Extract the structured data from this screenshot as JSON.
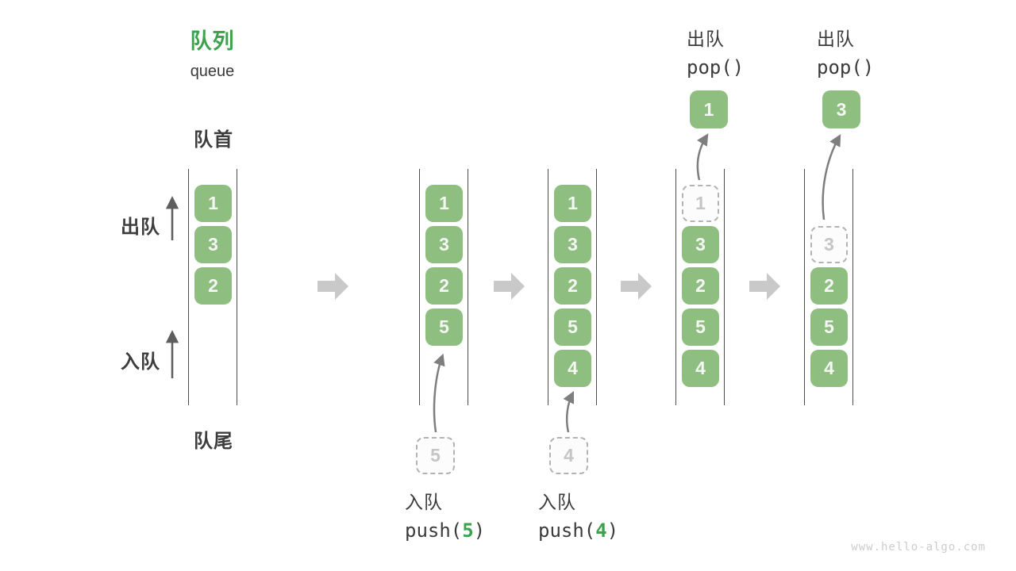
{
  "title": {
    "zh": "队列",
    "en": "queue"
  },
  "labels": {
    "front": "队首",
    "rear": "队尾",
    "dequeue_side": "出队",
    "enqueue_side": "入队"
  },
  "states": [
    {
      "cells": [
        "1",
        "3",
        "2"
      ]
    },
    {
      "cells": [
        "1",
        "3",
        "2",
        "5"
      ],
      "staging": "5"
    },
    {
      "cells": [
        "1",
        "3",
        "2",
        "5",
        "4"
      ],
      "staging": "4"
    },
    {
      "cells": [
        "1",
        "3",
        "2",
        "5",
        "4"
      ],
      "popped": "1"
    },
    {
      "cells": [
        "3",
        "2",
        "5",
        "4"
      ],
      "popped": "3"
    }
  ],
  "operations": {
    "push5": {
      "name": "入队",
      "call_prefix": "push(",
      "arg": "5",
      "call_suffix": ")"
    },
    "push4": {
      "name": "入队",
      "call_prefix": "push(",
      "arg": "4",
      "call_suffix": ")"
    },
    "pop1": {
      "name": "出队",
      "call": "pop()"
    },
    "pop3": {
      "name": "出队",
      "call": "pop()"
    }
  },
  "colors": {
    "accent_green": "#3CA24E",
    "box_green": "#8EBE80",
    "text_dark": "#3B3B3B",
    "block_arrow_gray": "#C9C9C9",
    "dashed_gray": "#B3B3B3"
  },
  "watermark": "www.hello-algo.com"
}
